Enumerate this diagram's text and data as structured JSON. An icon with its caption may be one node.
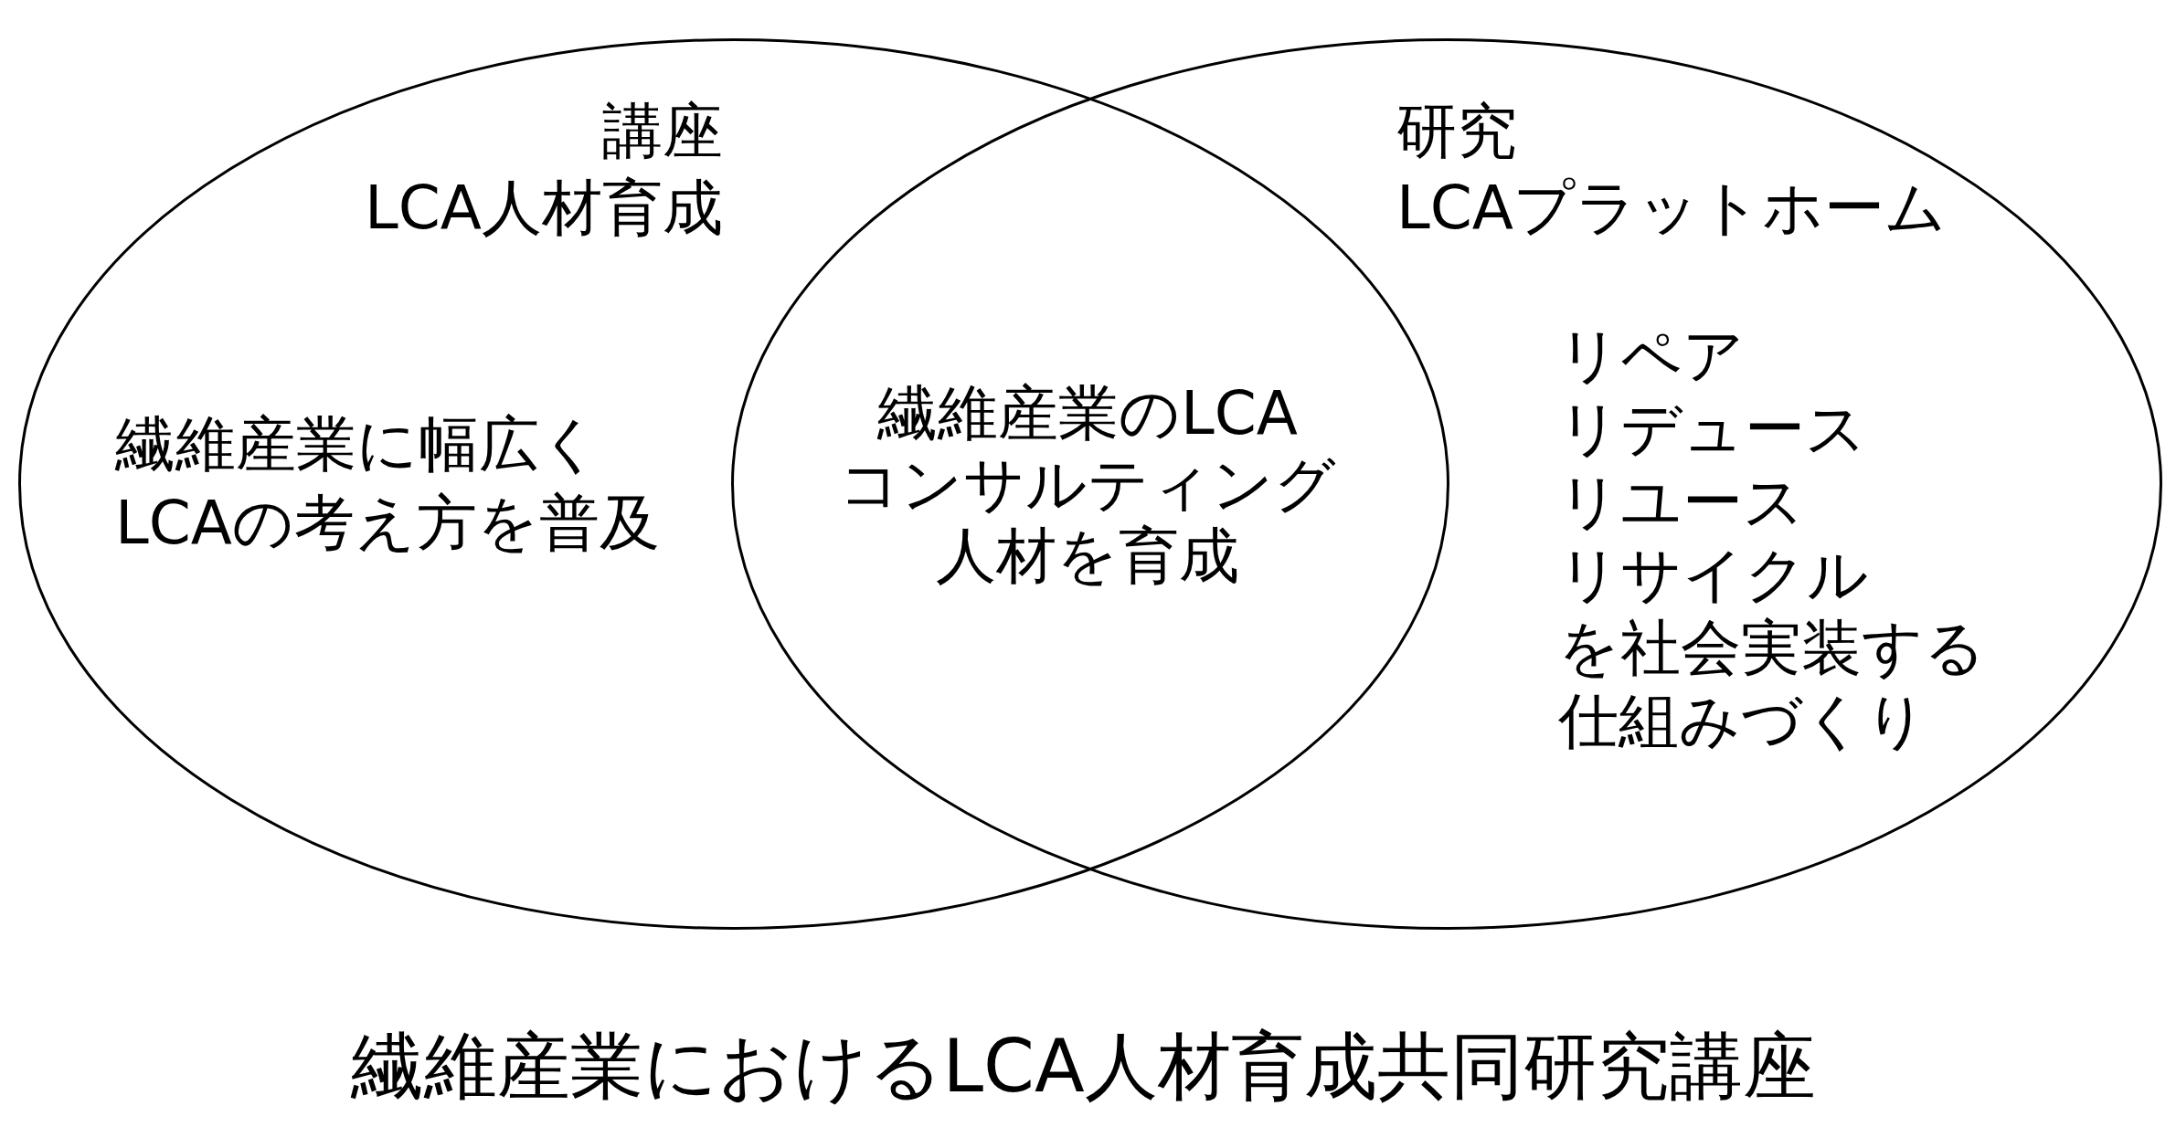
{
  "diagram": {
    "caption": "繊維産業におけるLCA人材育成共同研究講座",
    "nodes": [
      {
        "text": [
          "講座",
          "LCA人材育成",
          "繊維産業に幅広くLCAの考え方を普及"
        ]
      },
      {
        "text": [
          "研究",
          "LCAプラットホーム",
          "リペアリデュースリユースリサイクルを社会実装する仕組みづくり"
        ]
      }
    ],
    "labels": [
      "繊維産業のLCAコンサルティング人材を育成"
    ]
  }
}
